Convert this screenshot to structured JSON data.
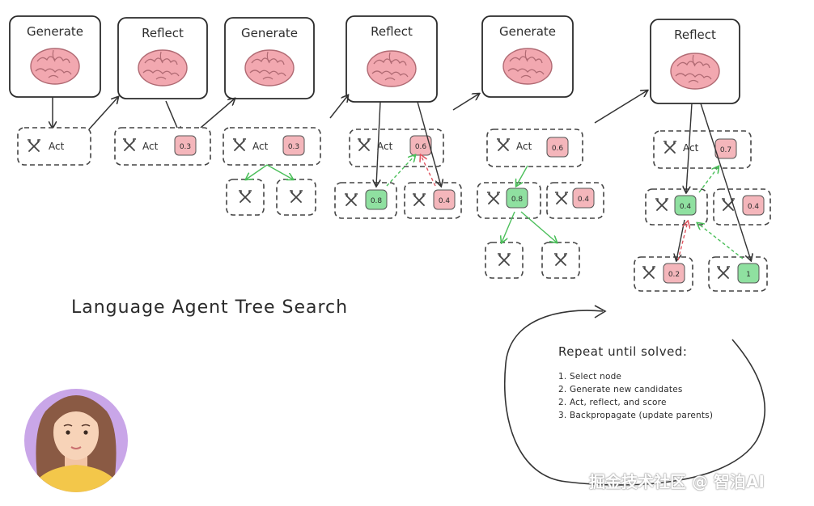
{
  "stages": [
    {
      "label": "Generate"
    },
    {
      "label": "Reflect"
    },
    {
      "label": "Generate"
    },
    {
      "label": "Reflect"
    },
    {
      "label": "Generate"
    },
    {
      "label": "Reflect"
    }
  ],
  "act_label": "Act",
  "scores": {
    "s2_root": "0.3",
    "s3_root": "0.3",
    "s4_root": "0.6",
    "s4_left": "0.8",
    "s4_right": "0.4",
    "s5_root": "0.6",
    "s5_left": "0.8",
    "s5_right": "0.4",
    "s6_root": "0.7",
    "s6_left": "0.4",
    "s6_right": "0.4",
    "s6_ll": "0.2",
    "s6_lr": "1"
  },
  "title": "Language Agent Tree Search",
  "repeat": {
    "title": "Repeat until solved:",
    "steps": [
      "1. Select node",
      "2. Generate new candidates",
      "2. Act, reflect, and score",
      "3. Backpropagate (update parents)"
    ]
  },
  "watermark": "掘金技术社区 @ 智泊AI",
  "colors": {
    "pink": "#f4b6bb",
    "green": "#8fe0a0",
    "brain": "#f2a8b0",
    "arrow_green": "#4bbf5a",
    "arrow_red": "#e05560"
  },
  "icons": [
    "brain-icon",
    "tools-icon",
    "avatar"
  ]
}
